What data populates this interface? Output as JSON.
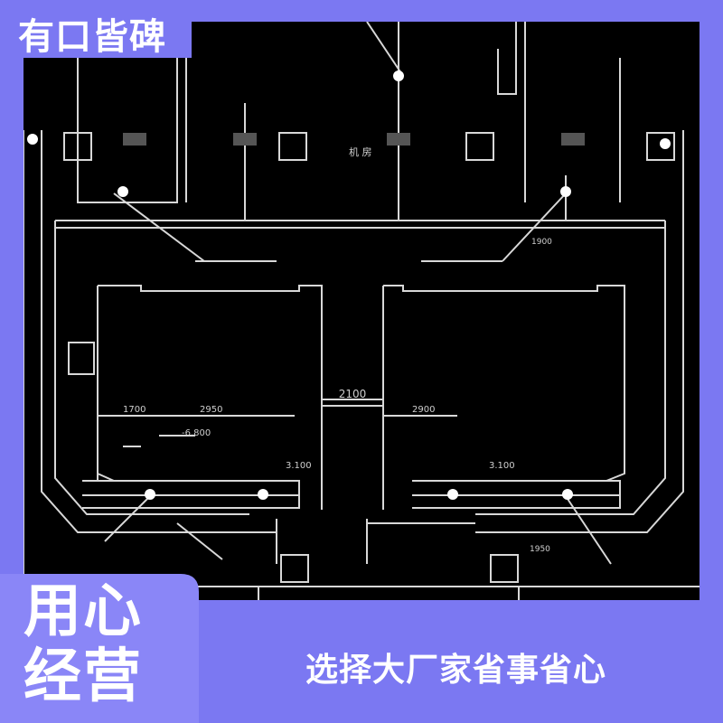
{
  "badge": {
    "title": "有口皆碑"
  },
  "promo": {
    "line1": "用心",
    "line2": "经营",
    "slogan": "选择大厂家省事省心"
  },
  "drawing": {
    "dim_center": "2100",
    "dim_left": "1700",
    "dim_left2": "2950",
    "dim_right": "2900",
    "level_left": "-6.800",
    "level_mark_left": "3.100",
    "level_mark_right": "3.100",
    "dim_small": "1900",
    "dim_small2": "1950",
    "room_center": "机 房"
  },
  "colors": {
    "background": "#7b78f2",
    "drawing_bg": "#000000",
    "lines": "#d8d8d8"
  }
}
